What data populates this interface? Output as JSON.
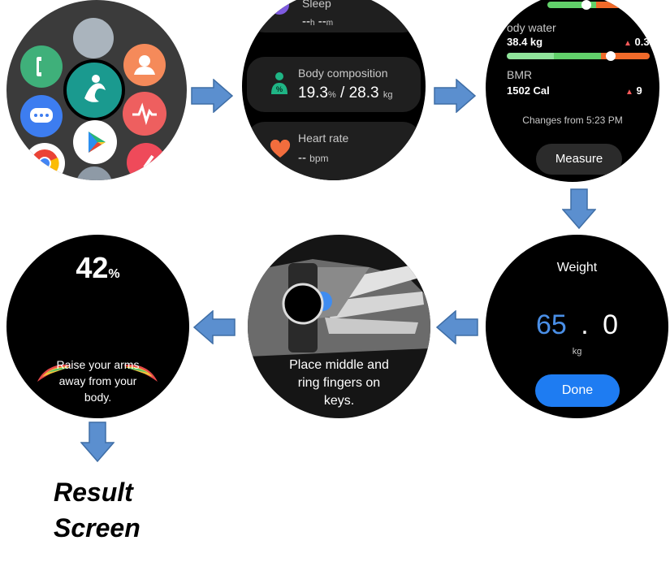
{
  "flow": {
    "screen1": {
      "apps": [
        "phone-app",
        "contacts-app",
        "messages-app",
        "samsung-health-app",
        "play-store-app",
        "health-pulse-app",
        "chrome-app",
        "settings-app",
        "gallery-app"
      ]
    },
    "screen2": {
      "sleep": {
        "label": "Sleep",
        "value_h": "--",
        "unit_h": "h",
        "value_m": "--",
        "unit_m": "m"
      },
      "body_composition": {
        "label": "Body composition",
        "fat_value": "19.3",
        "fat_unit": "%",
        "separator": "/",
        "muscle_value": "28.3",
        "muscle_unit": "kg"
      },
      "heart_rate": {
        "label": "Heart rate",
        "value": "--",
        "unit": "bpm"
      }
    },
    "screen3": {
      "body_water": {
        "label": "ody water",
        "value": "38.4 kg",
        "change": "0.3",
        "level": 0.73
      },
      "bmr": {
        "label": "BMR",
        "value": "1502 Cal",
        "change": "9"
      },
      "changes_text": "Changes from 5:23 PM",
      "measure_button": "Measure"
    },
    "screen4": {
      "title": "Weight",
      "integer": "65",
      "dot": ".",
      "decimal": "0",
      "unit": "kg",
      "done_button": "Done"
    },
    "screen5": {
      "instruction_line1": "Place middle and",
      "instruction_line2": "ring fingers on",
      "instruction_line3": "keys."
    },
    "screen6": {
      "progress_value": "42",
      "progress_unit": "%",
      "instruction_line1": "Raise your arms",
      "instruction_line2": "away from your",
      "instruction_line3": "body."
    },
    "result": {
      "line1": "Result",
      "line2": "Screen"
    }
  },
  "colors": {
    "arrow_fill": "#5b8fcf",
    "arrow_stroke": "#3f6ea6",
    "accent_blue": "#1e7cf2",
    "weight_blue": "#4a8fe7",
    "teal": "#1f9e95",
    "orange_bar": "#f06a2a",
    "green_bar": "#61d06a",
    "up_arrow_red": "#ff5a5a"
  }
}
